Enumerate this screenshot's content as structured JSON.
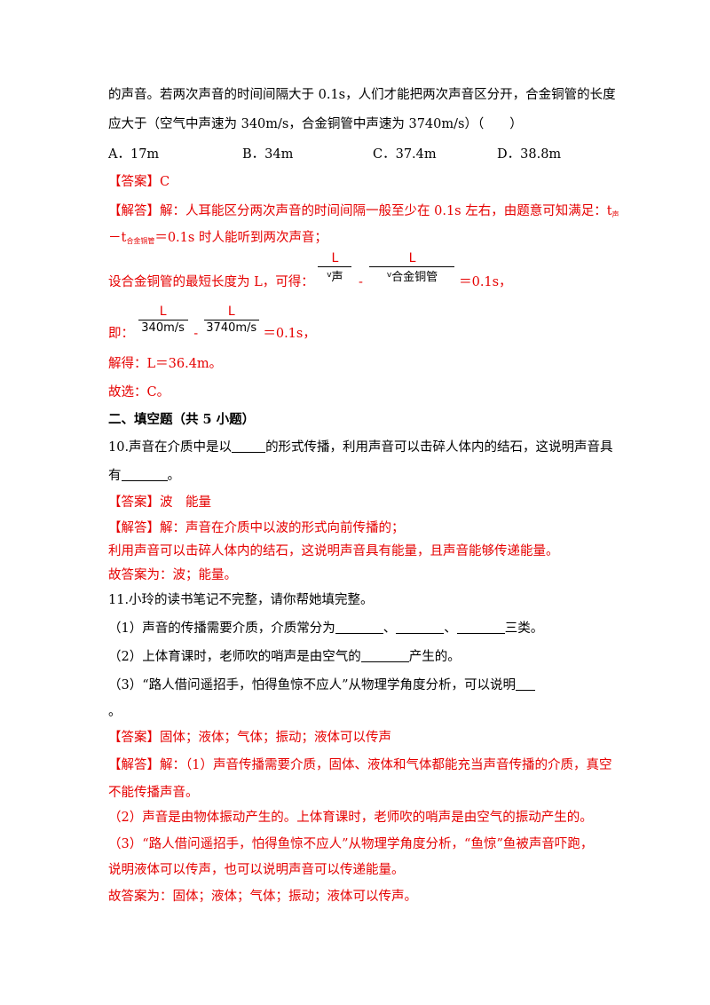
{
  "top_text": {
    "line1": "的声音。若两次声音的时间间隔大于 0.1s，人们才能把两次声音区分开，合金铜管的长度",
    "line2": "应大于（空气中声速为 340m/s，合金铜管中声速为 3740m/s）（　　）"
  },
  "q9": {
    "options": [
      {
        "letter": "A．",
        "value": "17m"
      },
      {
        "letter": "B．",
        "value": "34m"
      },
      {
        "letter": "C．",
        "value": "37.4m"
      },
      {
        "letter": "D．",
        "value": "38.8m"
      }
    ],
    "answer_tag": "【答案】",
    "answer": "C",
    "analysis_tag": "【解答】",
    "analysis_line1": "解：人耳能区分两次声音的时间间隔一般至少在 0.1s 左右，由题意可知满足：t",
    "analysis_sub1": "声",
    "analysis_line2_pre": "－t",
    "analysis_sub2": "合金铜管",
    "analysis_line2_post": "＝0.1s 时人能听到两次声音；",
    "set_text": "设合金铜管的最短长度为 L，可得：",
    "frac1_num": "L",
    "frac1_den_v": "v",
    "frac1_den": "声",
    "minus": "-",
    "frac2_num": "L",
    "frac2_den_v": "v",
    "frac2_den": "合金铜管",
    "eq1_rhs": "＝0.1s，",
    "ji_text": "即：",
    "frac3_num": "L",
    "frac3_den": "340m/s",
    "frac4_num": "L",
    "frac4_den": "3740m/s",
    "eq2_rhs": "＝0.1s，",
    "solve": "解得：L＝36.4m。",
    "choose": "故选：C。"
  },
  "section2_title": "二、填空题（共 5 小题）",
  "q10": {
    "stem_a": "10.声音在介质中是以",
    "stem_b": "的形式传播，利用声音可以击碎人体内的结石，这说明声音具",
    "stem_c": "有",
    "stem_d": "。",
    "answer_tag": "【答案】",
    "answer": "波　能量",
    "analysis_tag": "【解答】",
    "analysis_line1": "解：声音在介质中以波的形式向前传播的；",
    "analysis_line2": "利用声音可以击碎人体内的结石，这说明声音具有能量，且声音能够传递能量。",
    "final": "故答案为：波；能量。"
  },
  "q11": {
    "stem": "11.小玲的读书笔记不完整，请你帮她填完整。",
    "p1_a": "（1）声音的传播需要介质，介质常分为",
    "p1_sep1": "、",
    "p1_sep2": "、",
    "p1_end": "三类。",
    "p2_a": "（2）上体育课时，老师吹的哨声是由空气的",
    "p2_end": "产生的。",
    "p3_a": "（3）“路人借问遥招手，怕得鱼惊不应人”从物理学角度分析，可以说明",
    "p3_end": "。",
    "answer_tag": "【答案】",
    "answer": "固体；液体；气体；振动；液体可以传声",
    "analysis_tag": "【解答】",
    "analysis_line1": "解：（1）声音传播需要介质，固体、液体和气体都能充当声音传播的介质，真空",
    "analysis_line2": "不能传播声音。",
    "analysis_line3": "（2）声音是由物体振动产生的。上体育课时，老师吹的哨声是由空气的振动产生的。",
    "analysis_line4": "（3）“路人借问遥招手，怕得鱼惊不应人”从物理学角度分析，“鱼惊”鱼被声音吓跑，",
    "analysis_line5": "说明液体可以传声，也可以说明声音可以传递能量。",
    "final": "故答案为：固体；液体；气体；振动；液体可以传声。"
  },
  "colors": {
    "answer_red": "#e60000",
    "text": "#000000"
  }
}
